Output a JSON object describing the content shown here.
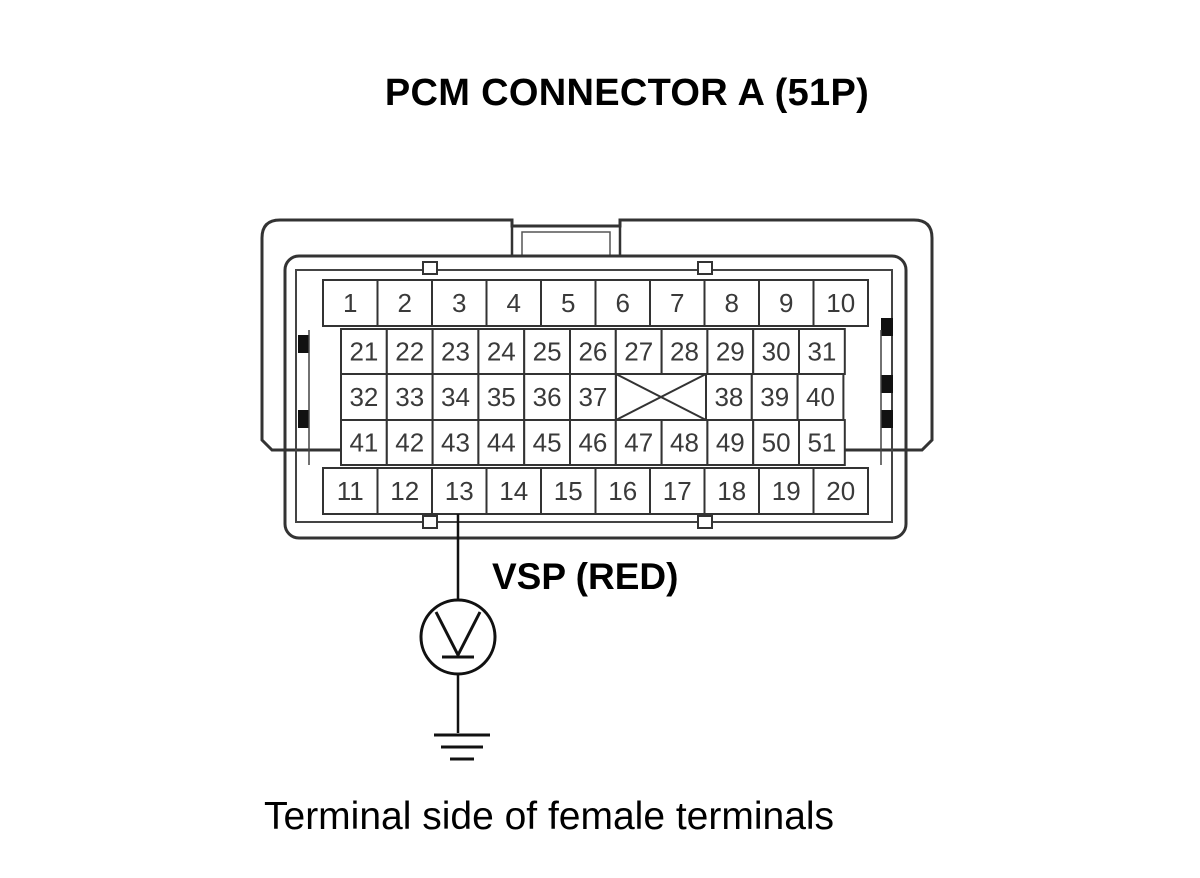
{
  "title": "PCM CONNECTOR A (51P)",
  "probe_label": "VSP (RED)",
  "probed_terminal": "13",
  "meter_symbol": "V",
  "caption": "Terminal side of female terminals",
  "connector": {
    "row1": [
      "1",
      "2",
      "3",
      "4",
      "5",
      "6",
      "7",
      "8",
      "9",
      "10"
    ],
    "row2": [
      "21",
      "22",
      "23",
      "24",
      "25",
      "26",
      "27",
      "28",
      "29",
      "30",
      "31"
    ],
    "row3_left": [
      "32",
      "33",
      "34",
      "35",
      "36",
      "37"
    ],
    "row3_right": [
      "38",
      "39",
      "40"
    ],
    "row4": [
      "41",
      "42",
      "43",
      "44",
      "45",
      "46",
      "47",
      "48",
      "49",
      "50",
      "51"
    ],
    "row5": [
      "11",
      "12",
      "13",
      "14",
      "15",
      "16",
      "17",
      "18",
      "19",
      "20"
    ]
  },
  "colors": {
    "outline": "#333333",
    "pin_text": "#3a3a3a"
  }
}
